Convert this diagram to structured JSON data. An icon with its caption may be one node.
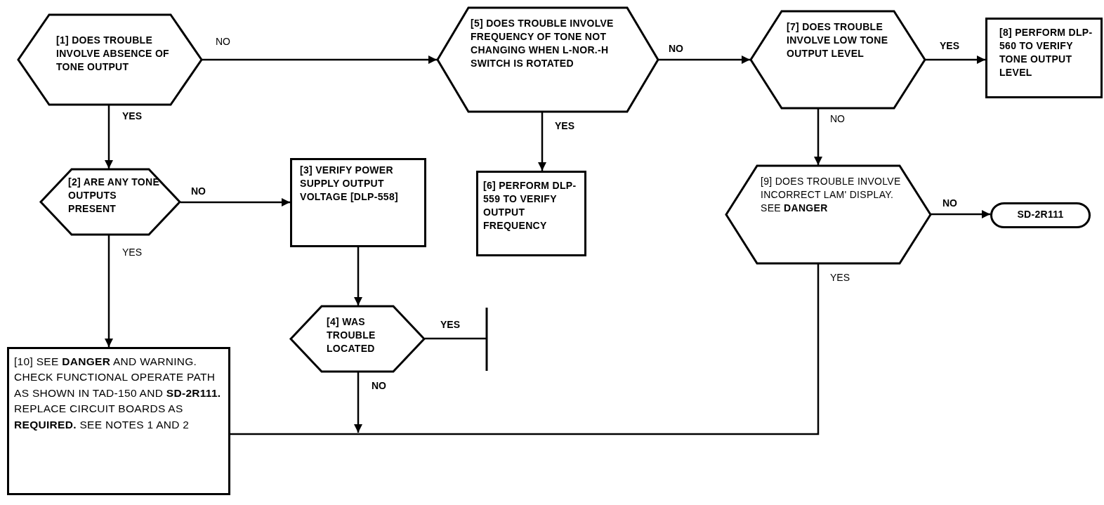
{
  "diagram": {
    "nodes": [
      {
        "text": [
          "[1] DOES TROUBLE INVOLVE ABSENCE OF TONE OUTPUT"
        ]
      },
      {
        "text": [
          "[5] DOES TROUBLE INVOLVE FREQUENCY OF TONE NOT CHANGING WHEN L-NOR.-H SWITCH IS ROTATED"
        ]
      },
      {
        "text": [
          "[7] DOES TROUBLE INVOLVE LOW TONE OUTPUT LEVEL"
        ]
      },
      {
        "text": [
          "[8] PERFORM DLP-560 TO VERIFY TONE OUTPUT LEVEL"
        ]
      },
      {
        "text": [
          "[2] ARE ANY TONE OUTPUTS PRESENT"
        ]
      },
      {
        "text": [
          "[3] VERIFY POWER SUPPLY OUTPUT VOLTAGE [DLP-558]"
        ]
      },
      {
        "text": [
          "[6] PERFORM DLP-559 TO VERIFY OUTPUT FREQUENCY"
        ]
      },
      {
        "text": [
          "[9] DOES TROUBLE INVOLVE INCORRECT LAM' DISPLAY. SEE **DANGER**"
        ]
      },
      {
        "text": [
          "SD-2R111"
        ]
      },
      {
        "text": [
          "[4] WAS TROUBLE LOCATED"
        ]
      },
      {
        "text": [
          "[10] SEE **DANGER** AND WARNING. CHECK FUNCTIONAL OPERATE PATH AS SHOWN IN TAD-150 AND **SD-2R111.** REPLACE CIRCUIT BOARDS AS **REQUIRED.** SEE NOTES 1 AND 2"
        ]
      },
      {
        "text": [],
        "shape": "bar"
      }
    ],
    "edges": [
      {
        "from": 0,
        "to": 1,
        "arrow": "to",
        "label": "NO"
      },
      {
        "from": 0,
        "to": 4,
        "arrow": "to",
        "label": "YES"
      },
      {
        "from": 1,
        "to": 2,
        "arrow": "to",
        "label": "NO"
      },
      {
        "from": 1,
        "to": 6,
        "arrow": "to",
        "label": "YES"
      },
      {
        "from": 2,
        "to": 3,
        "arrow": "to",
        "label": "YES"
      },
      {
        "from": 2,
        "to": 7,
        "arrow": "to",
        "label": "NO"
      },
      {
        "from": 4,
        "to": 5,
        "arrow": "to",
        "label": "NO"
      },
      {
        "from": 4,
        "to": 10,
        "arrow": "to",
        "label": "YES"
      },
      {
        "from": 5,
        "to": 9,
        "arrow": "to"
      },
      {
        "from": 9,
        "to": 11,
        "arrow": "none",
        "label": "YES"
      },
      {
        "from": 7,
        "to": 10,
        "arrow": "none",
        "label": "YES"
      },
      {
        "from": 9,
        "to": null,
        "arrow": "to",
        "label": "NO"
      },
      {
        "from": 7,
        "to": 8,
        "arrow": "to",
        "label": "NO"
      }
    ]
  }
}
